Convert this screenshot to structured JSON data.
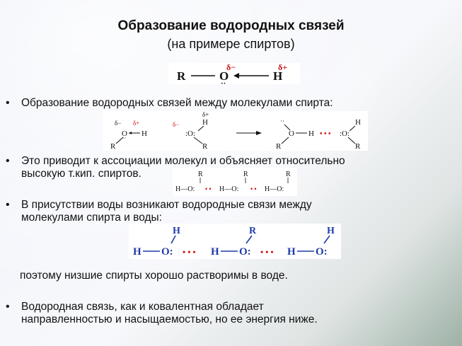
{
  "slide": {
    "title": "Образование водородных связей",
    "subtitle": "(на примере спиртов)",
    "bullet_symbol": "•",
    "bullets": [
      {
        "text": "Образование водородных связей между молекулами спирта:"
      },
      {
        "line1": "Это приводит к ассоциации молекул и объясняет относительно",
        "line2": "высокую т.кип. спиртов."
      },
      {
        "line1": "В присутствии воды возникают водородные связи между",
        "line2": "молекулами спирта и воды:"
      },
      {
        "line1": "Водородная связь, как и ковалентная обладает",
        "line2": "направленностью и насыщаемостью, но ее энергия ниже."
      }
    ],
    "note": "поэтому низшие спирты хорошо растворимы в воде."
  },
  "formulas": {
    "top": {
      "R": "R",
      "O": "O",
      "H": "H",
      "delta_minus": "δ−",
      "delta_plus": "δ+",
      "lone_pair": "··"
    },
    "pair": {
      "R": "R",
      "O": "O",
      "H": "H",
      "Olp": ":O:",
      "delta_minus": "δ−",
      "delta_plus": "δ+",
      "hbond": "• • •",
      "lone_pair": "··"
    },
    "chain": {
      "R": "R",
      "H": "H",
      "HO": "H—O:",
      "hbond": "• •"
    },
    "water": {
      "H": "H",
      "R": "R",
      "O": "O:",
      "hbond": "• • •"
    }
  },
  "colors": {
    "delta": "#cc1111",
    "hbond": "#cc1111",
    "water_blue": "#1f3aa8"
  }
}
